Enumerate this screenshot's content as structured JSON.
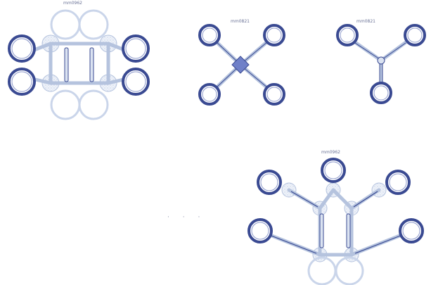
{
  "labels": {
    "mech_a": "mm0962",
    "mech_b": "mm0821",
    "mech_c": "mm0821",
    "mech_d": "mm0962"
  },
  "ellipsis": "· · ·",
  "colors": {
    "outline": "#3a4a92",
    "pale": "#dbe3f1",
    "edge": "#b5c3de",
    "hub": "#6f80c8"
  }
}
